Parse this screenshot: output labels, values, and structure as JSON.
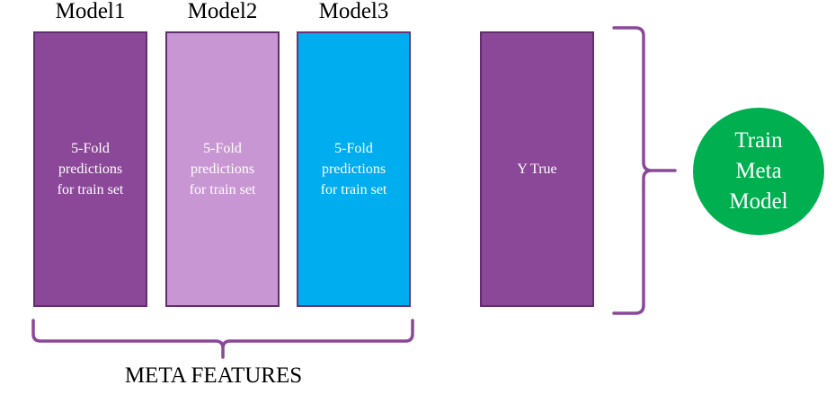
{
  "models": [
    {
      "title": "Model1",
      "lines": [
        "5-Fold",
        "predictions",
        "for train set"
      ],
      "color": "#8b4898"
    },
    {
      "title": "Model2",
      "lines": [
        "5-Fold",
        "predictions",
        "for train set"
      ],
      "color": "#c896d2"
    },
    {
      "title": "Model3",
      "lines": [
        "5-Fold",
        "predictions",
        "for train set"
      ],
      "color": "#00adef"
    }
  ],
  "target_box": {
    "label": "Y True",
    "color": "#8b4898"
  },
  "bottom_label": "META FEATURES",
  "meta_model": {
    "lines": [
      "Train",
      "Meta",
      "Model"
    ],
    "color": "#00b050"
  },
  "brace_color": "#8b4898"
}
